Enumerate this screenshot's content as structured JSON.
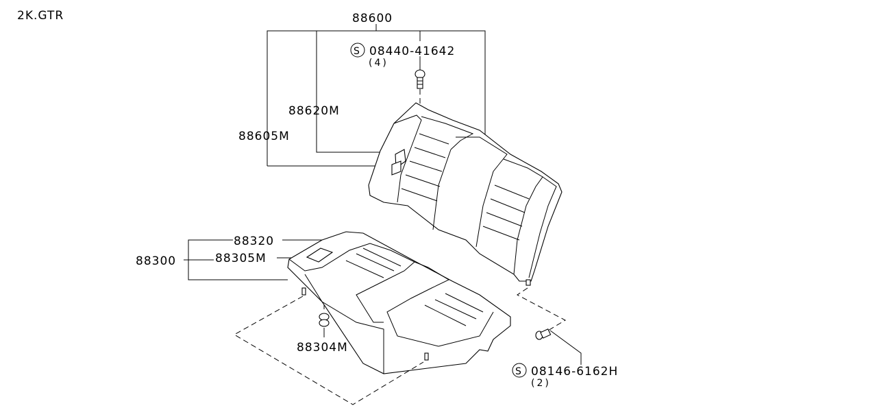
{
  "model_code": "2K.GTR",
  "parts": {
    "seat_back_assembly": "88600",
    "back_bolt": "08440-41642",
    "back_bolt_qty": "(4)",
    "back_trim": "88620M",
    "back_pad": "88605M",
    "cushion_assembly": "88300",
    "cushion_trim": "88320",
    "cushion_pad": "88305M",
    "cushion_clip": "88304M",
    "cushion_bolt": "08146-6162H",
    "cushion_bolt_qty": "(2)"
  },
  "standard_part_symbol": "S"
}
